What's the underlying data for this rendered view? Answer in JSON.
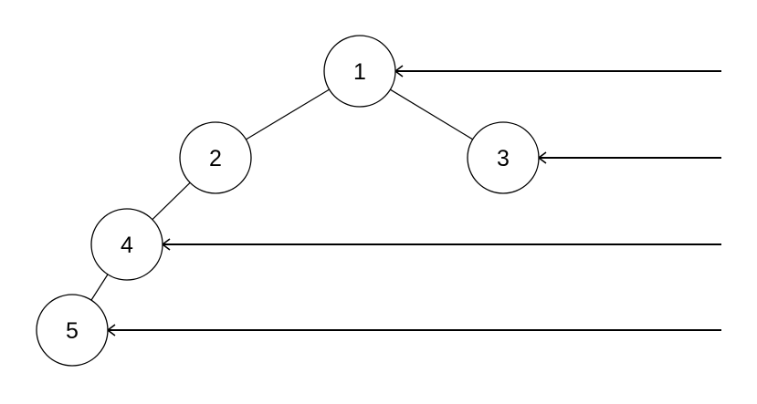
{
  "tree": {
    "nodes": [
      {
        "id": "1",
        "label": "1"
      },
      {
        "id": "2",
        "label": "2"
      },
      {
        "id": "3",
        "label": "3"
      },
      {
        "id": "4",
        "label": "4"
      },
      {
        "id": "5",
        "label": "5"
      }
    ],
    "edges": [
      {
        "from": "1",
        "to": "2"
      },
      {
        "from": "1",
        "to": "3"
      },
      {
        "from": "2",
        "to": "4"
      },
      {
        "from": "4",
        "to": "5"
      }
    ],
    "pointers": [
      {
        "target": "1"
      },
      {
        "target": "3"
      },
      {
        "target": "4"
      },
      {
        "target": "5"
      }
    ]
  }
}
